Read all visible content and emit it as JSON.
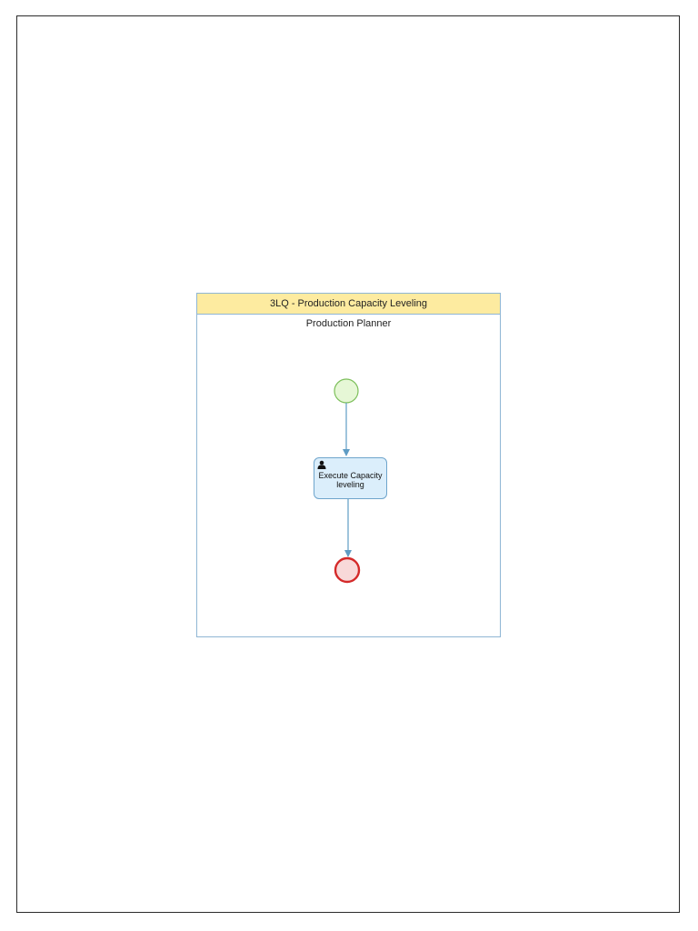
{
  "pool": {
    "title": "3LQ - Production Capacity Leveling",
    "lane_label": "Production Planner"
  },
  "task": {
    "type": "user-task",
    "label": "Execute Capacity leveling"
  },
  "events": {
    "start": {
      "type": "start-event",
      "color": "#e6f7d6",
      "stroke": "#7cbf5a"
    },
    "end": {
      "type": "end-event",
      "color": "#f8d9d9",
      "stroke": "#d42a2a"
    }
  },
  "colors": {
    "header": "#fdeba0",
    "task_fill": "#dbeefb",
    "flow": "#5f9cc4"
  }
}
